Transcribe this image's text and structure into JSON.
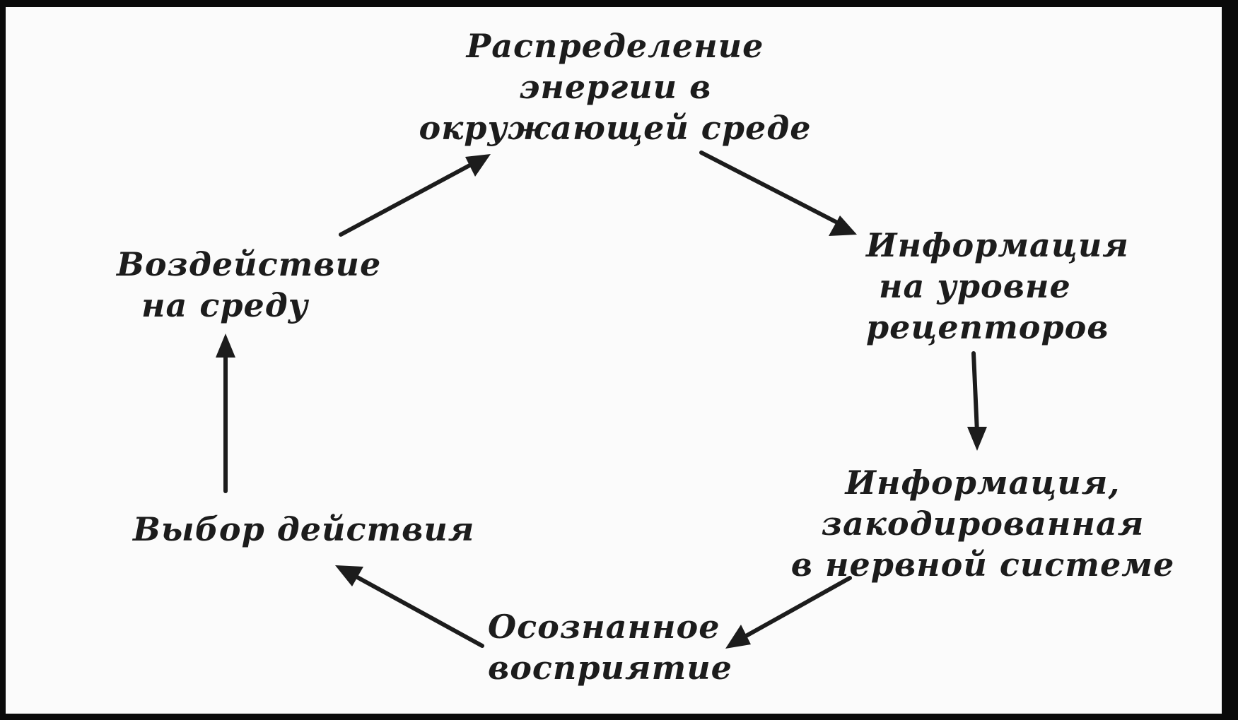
{
  "nodes": {
    "energy": [
      "Распределение",
      "энергии в",
      "окружающей среде"
    ],
    "receptors": [
      "Информация",
      "на уровне",
      "рецепторов"
    ],
    "encoded": [
      "Информация,",
      "закодированная",
      "в нервной системе"
    ],
    "perception": [
      "Осознанное",
      "восприятие"
    ],
    "choice": [
      "Выбор действия"
    ],
    "action": [
      "Воздействие",
      "на среду"
    ]
  },
  "colors": {
    "ink": "#1c1c1c",
    "paper": "#fbfbfb",
    "frame": "#0a0a0a"
  }
}
